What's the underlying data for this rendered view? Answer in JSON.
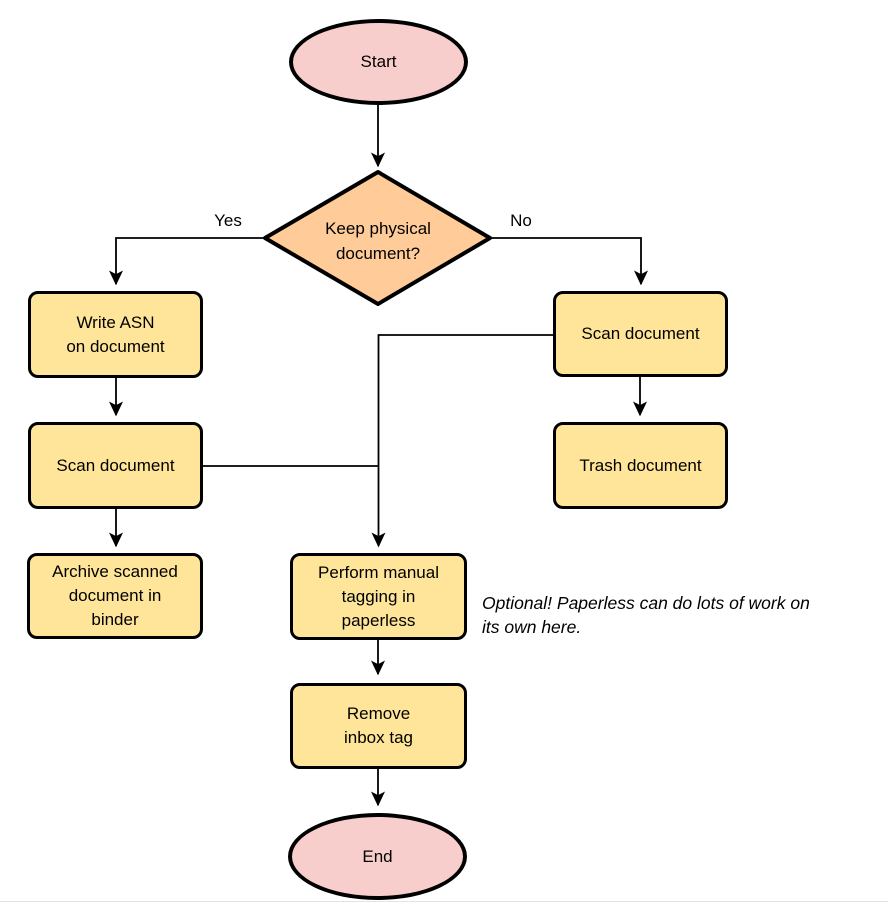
{
  "colors": {
    "terminal_fill": "#F8CECC",
    "decision_fill": "#FFCC99",
    "process_fill": "#FFE599",
    "stroke": "#000000",
    "connector": "#000000"
  },
  "nodes": {
    "start": {
      "type": "terminal",
      "label": "Start"
    },
    "decision": {
      "type": "decision",
      "label": "Keep physical\ndocument?"
    },
    "write_asn": {
      "type": "process",
      "label": "Write ASN\non document"
    },
    "scan_left": {
      "type": "process",
      "label": "Scan document"
    },
    "archive": {
      "type": "process",
      "label": "Archive scanned\ndocument in\nbinder"
    },
    "scan_right": {
      "type": "process",
      "label": "Scan document"
    },
    "trash": {
      "type": "process",
      "label": "Trash document"
    },
    "perform_tagging": {
      "type": "process",
      "label": "Perform manual\ntagging in\npaperless"
    },
    "remove_inbox": {
      "type": "process",
      "label": "Remove\ninbox tag"
    },
    "end": {
      "type": "terminal",
      "label": "End"
    }
  },
  "edge_labels": {
    "yes": "Yes",
    "no": "No"
  },
  "annotation": {
    "line1": "Optional! Paperless can do lots of work on",
    "line2": "its own here."
  }
}
